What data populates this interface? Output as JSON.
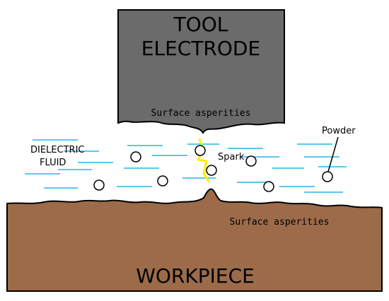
{
  "tool": {
    "title_line1": "TOOL",
    "title_line2": "ELECTRODE",
    "surface_label": "Surface asperities",
    "color": "#6b6b6b"
  },
  "dielectric": {
    "label_line1": "DIELECTRIC",
    "label_line2": "FLUID",
    "line_color": "#5bc8ec"
  },
  "spark": {
    "label": "Spark",
    "color": "#ffee00"
  },
  "powder": {
    "label": "Powder"
  },
  "workpiece": {
    "title": "WORKPIECE",
    "surface_label": "Surface asperities",
    "color": "#9c6b4a"
  }
}
